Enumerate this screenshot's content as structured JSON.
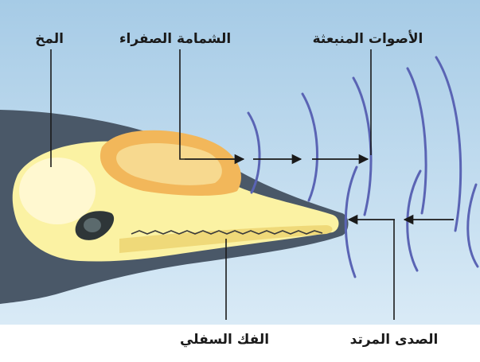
{
  "labels": {
    "brain": "المخ",
    "melon": "الشمامة الصفراء",
    "emitted_sounds": "الأصوات المنبعثة",
    "lower_jaw": "الفك السفلي",
    "returning_echo": "الصدى المرتد"
  },
  "colors": {
    "sky_top": "#a6cbe6",
    "sky_bottom": "#dfeef8",
    "head_skin": "#4a5868",
    "skull": "#fbf2a3",
    "skull_shadow": "#efd979",
    "melon": "#f2b75a",
    "sound_wave": "#5a64b4",
    "line": "#1a1a1a"
  }
}
